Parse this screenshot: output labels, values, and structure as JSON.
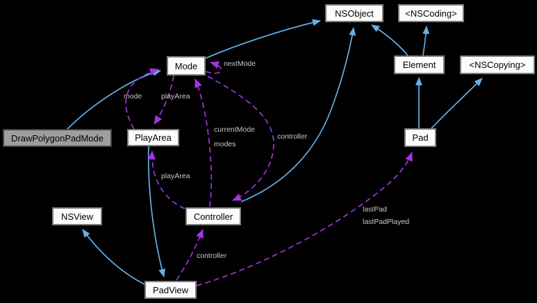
{
  "diagram": {
    "type": "class-collaboration-graph",
    "background": "#000000",
    "colors": {
      "inheritance_edge": "#64b0e8",
      "usage_edge": "#a235e0",
      "edge_label": "#c9c9c9",
      "node_fill": "#fcfcfc",
      "node_border": "#7e7e7e",
      "highlight_node_fill": "#9e9e9e",
      "highlight_node_border": "#454545"
    },
    "nodes": [
      {
        "id": "nsobject",
        "label": "NSObject"
      },
      {
        "id": "nscoding",
        "label": "<NSCoding>"
      },
      {
        "id": "mode",
        "label": "Mode"
      },
      {
        "id": "element",
        "label": "Element"
      },
      {
        "id": "nscopying",
        "label": "<NSCopying>"
      },
      {
        "id": "drawpolygonpadmode",
        "label": "DrawPolygonPadMode"
      },
      {
        "id": "playarea",
        "label": "PlayArea"
      },
      {
        "id": "pad",
        "label": "Pad"
      },
      {
        "id": "nsview",
        "label": "NSView"
      },
      {
        "id": "controller",
        "label": "Controller"
      },
      {
        "id": "padview",
        "label": "PadView"
      }
    ],
    "edge_labels": [
      {
        "id": "nextmode",
        "text": "nextMode"
      },
      {
        "id": "mode",
        "text": "mode"
      },
      {
        "id": "playarea-upper",
        "text": "playArea"
      },
      {
        "id": "currentmode",
        "text": "currentMode"
      },
      {
        "id": "modes",
        "text": "modes"
      },
      {
        "id": "controller-upper",
        "text": "controller"
      },
      {
        "id": "playarea-lower",
        "text": "playArea"
      },
      {
        "id": "controller-lower",
        "text": "controller"
      },
      {
        "id": "lastpad",
        "text": "lastPad"
      },
      {
        "id": "lastpadplayed",
        "text": "lastPadPlayed"
      }
    ],
    "edges": [
      {
        "from": "DrawPolygonPadMode",
        "to": "Mode",
        "kind": "inheritance"
      },
      {
        "from": "Mode",
        "to": "NSObject",
        "kind": "inheritance"
      },
      {
        "from": "Controller",
        "to": "NSObject",
        "kind": "inheritance"
      },
      {
        "from": "Element",
        "to": "NSObject",
        "kind": "inheritance"
      },
      {
        "from": "Element",
        "to": "<NSCoding>",
        "kind": "inheritance"
      },
      {
        "from": "Pad",
        "to": "Element",
        "kind": "inheritance"
      },
      {
        "from": "Pad",
        "to": "<NSCopying>",
        "kind": "inheritance"
      },
      {
        "from": "PadView",
        "to": "NSView",
        "kind": "inheritance"
      },
      {
        "from": "PlayArea",
        "to": "PadView",
        "kind": "inheritance"
      },
      {
        "from": "PlayArea",
        "to": "Mode",
        "kind": "usage",
        "label": "mode"
      },
      {
        "from": "Mode",
        "to": "PlayArea",
        "kind": "usage",
        "label": "playArea"
      },
      {
        "from": "Mode",
        "to": "Mode",
        "kind": "usage",
        "label": "nextMode"
      },
      {
        "from": "Controller",
        "to": "Mode",
        "kind": "usage",
        "label": "currentMode modes"
      },
      {
        "from": "Mode",
        "to": "Controller",
        "kind": "usage",
        "label": "controller"
      },
      {
        "from": "Controller",
        "to": "PlayArea",
        "kind": "usage",
        "label": "playArea"
      },
      {
        "from": "PadView",
        "to": "Controller",
        "kind": "usage",
        "label": "controller"
      },
      {
        "from": "PadView",
        "to": "Pad",
        "kind": "usage",
        "label": "lastPad lastPadPlayed"
      }
    ]
  }
}
